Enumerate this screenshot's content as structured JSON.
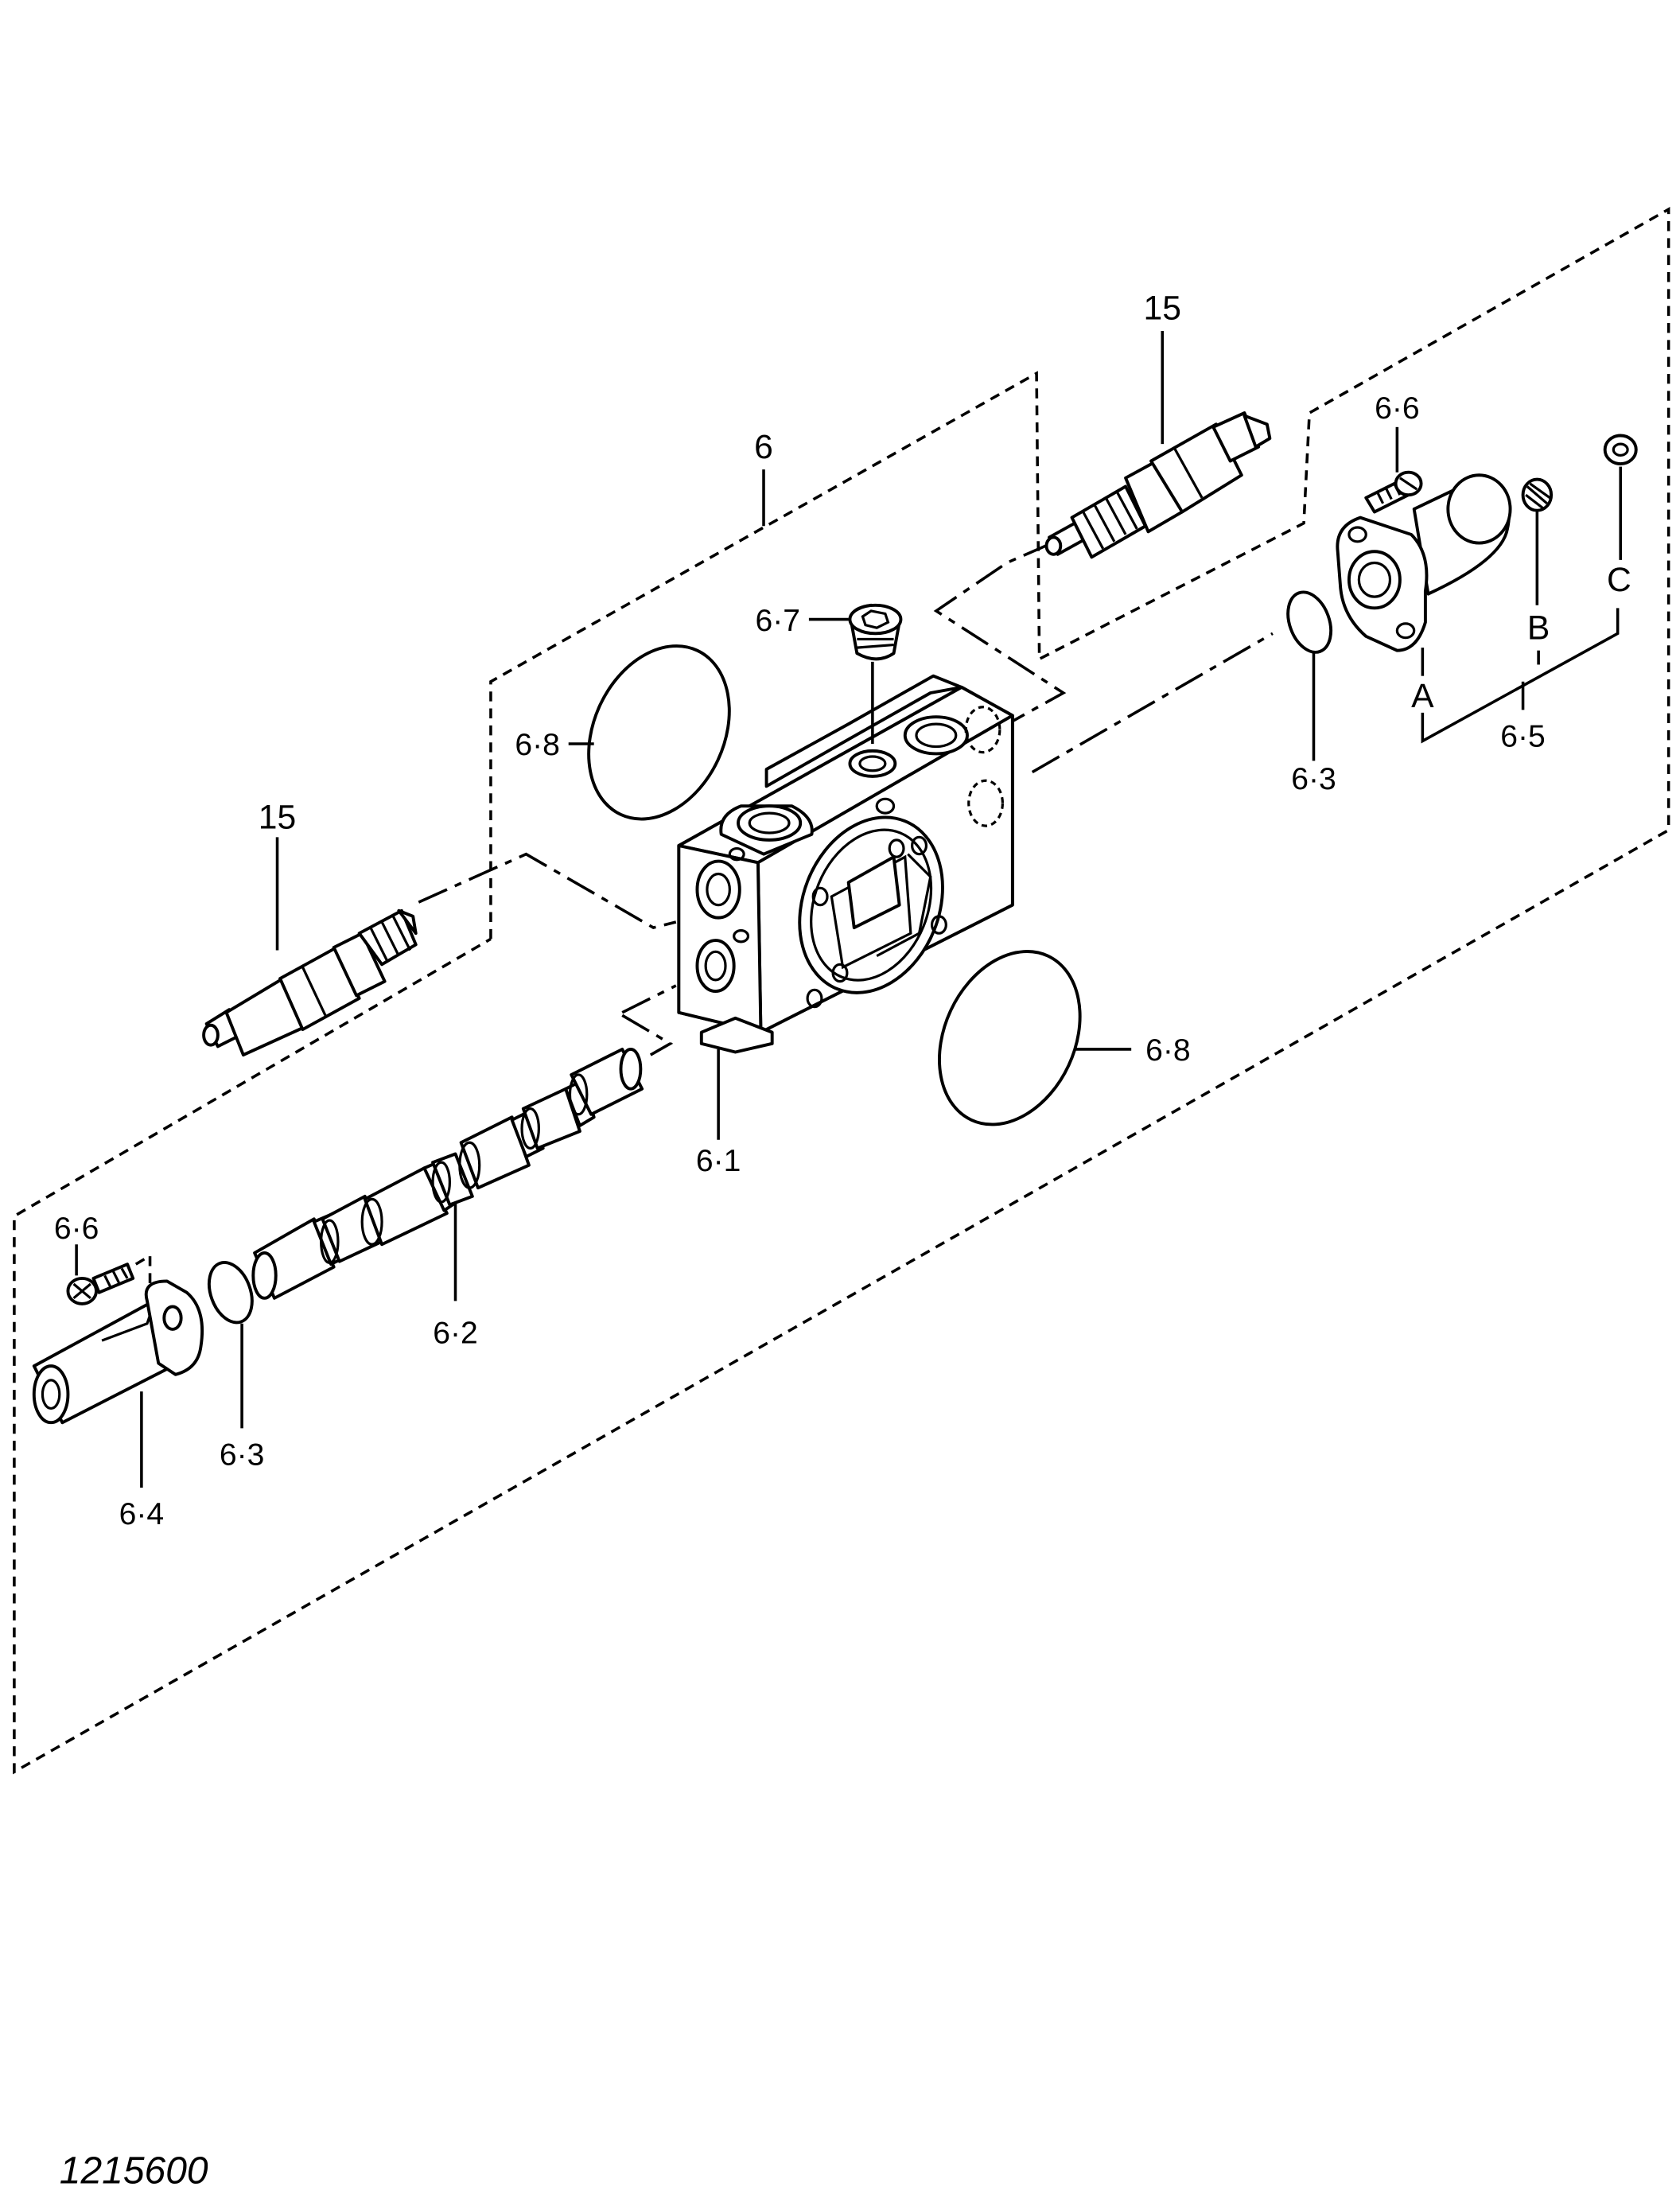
{
  "drawing_number": "1215600",
  "callouts": {
    "c_15_top": "15",
    "c_6": "6",
    "c_6_6_right": "6·6",
    "c_6_7": "6·7",
    "c_6_8_left": "6·8",
    "c_15_left": "15",
    "c_6_3_right": "6·3",
    "c_a": "A",
    "c_b": "B",
    "c_c": "C",
    "c_6_5": "6·5",
    "c_6_8_right": "6·8",
    "c_6_1": "6·1",
    "c_6_6_left": "6·6",
    "c_6_2": "6·2",
    "c_6_3_left": "6·3",
    "c_6_4": "6·4"
  }
}
